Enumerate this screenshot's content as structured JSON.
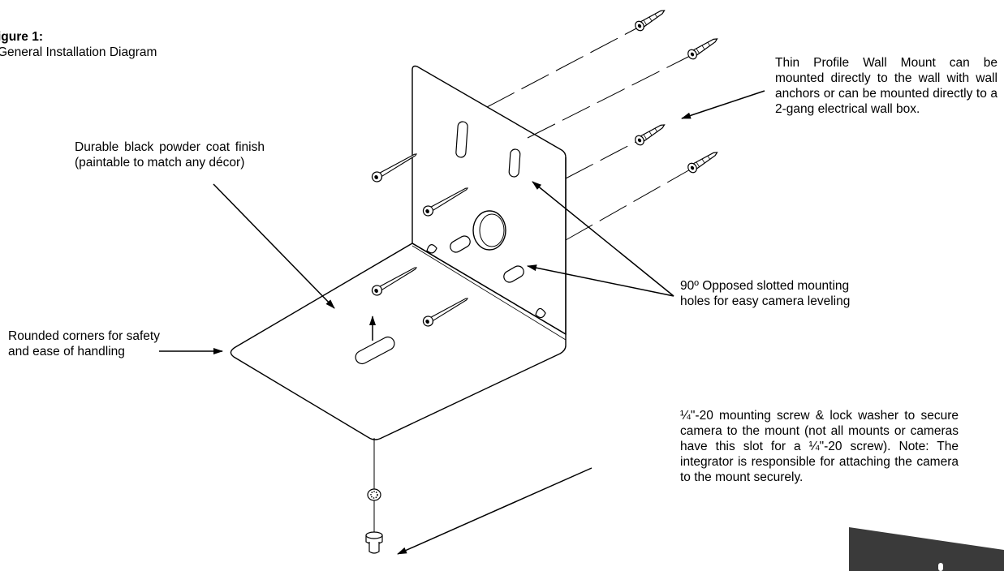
{
  "caption": {
    "figure": "igure 1:",
    "title": "General Installation Diagram"
  },
  "callouts": {
    "finish": "Durable black powder coat finish (paintable to match any décor)",
    "wall_mount": "Thin Profile Wall Mount can be mounted directly to the wall with wall anchors or can be mounted directly to a 2-gang electrical wall box.",
    "slotted_holes": "90º Opposed slotted mounting holes for easy camera leveling",
    "corners": "Rounded corners for safety and ease of handling",
    "screw": "¼\"-20 mounting screw & lock washer to secure camera to the mount (not all mounts or cameras have this slot for a ¼\"-20 screw).  Note: The integrator is responsible for attaching the camera to the mount securely."
  },
  "colors": {
    "line": "#000000",
    "photo": "#3a3a3a"
  }
}
